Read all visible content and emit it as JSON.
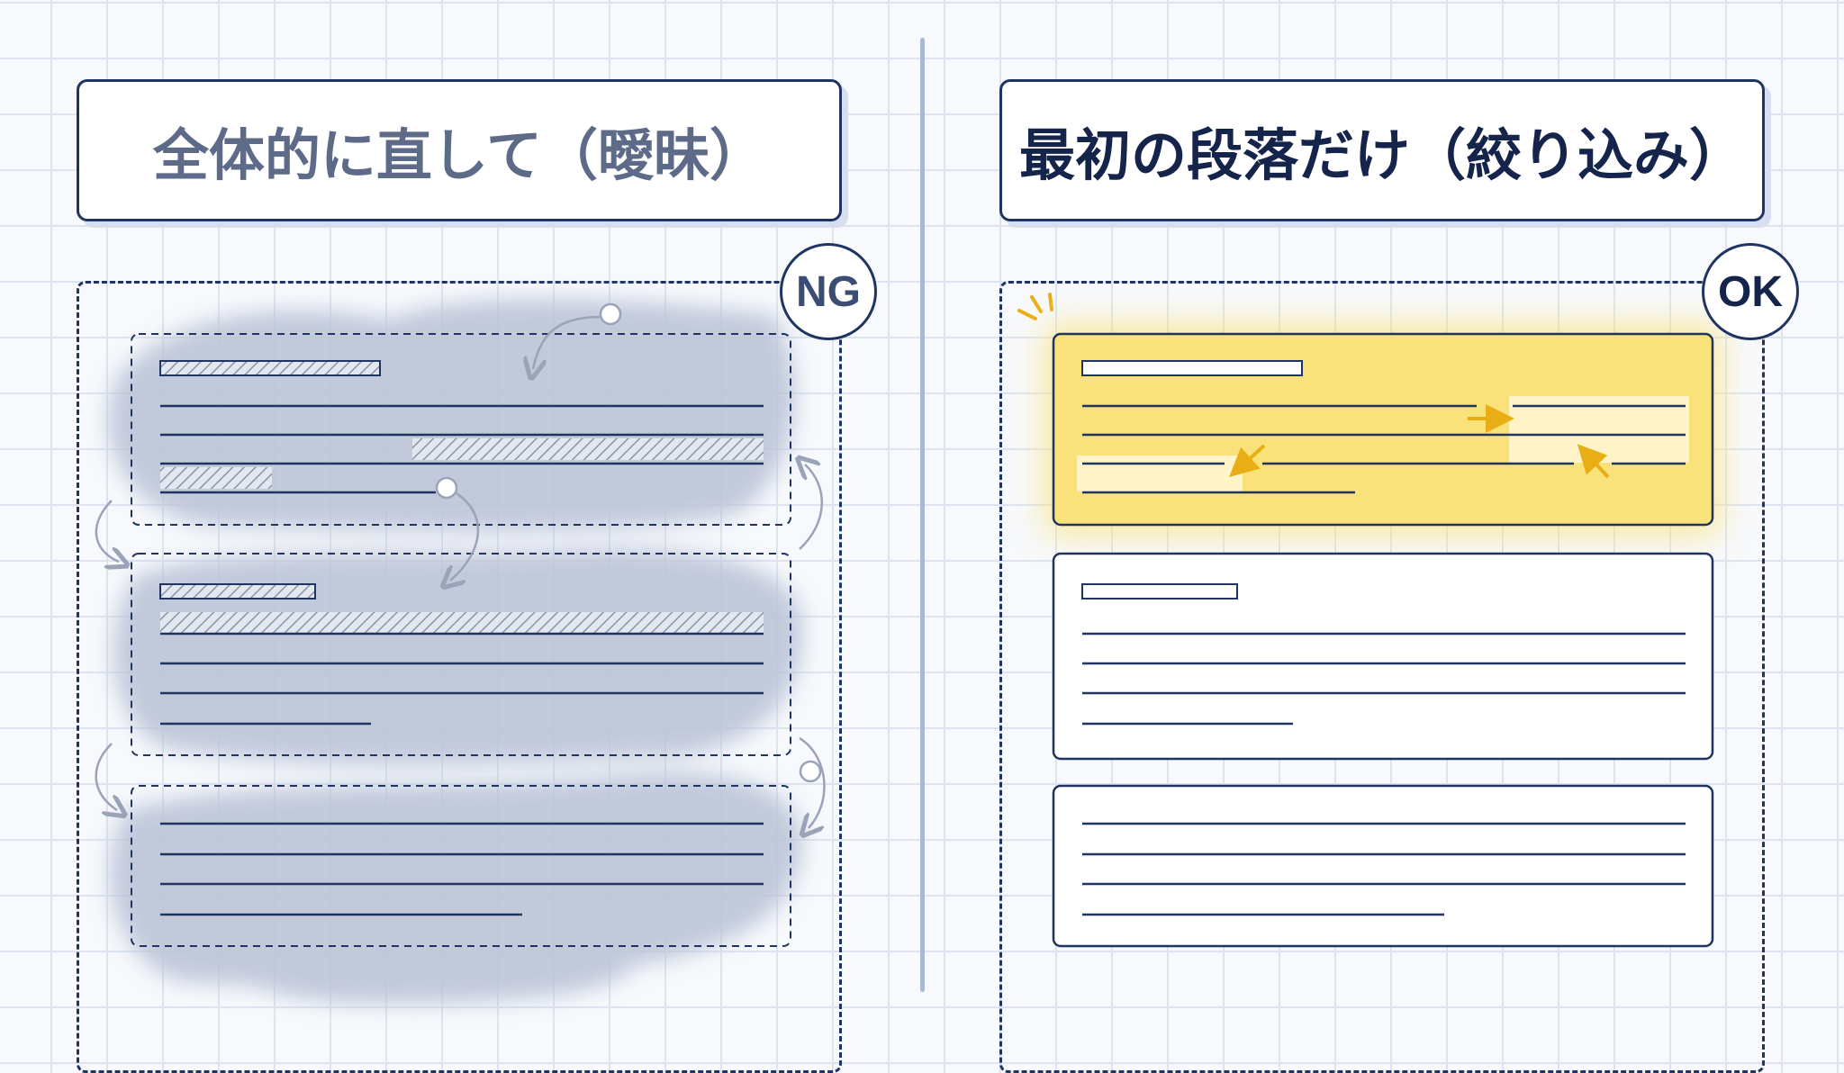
{
  "left": {
    "title": "全体的に直して（曖昧）",
    "badge": "NG"
  },
  "right": {
    "title": "最初の段落だけ（絞り込み）",
    "badge": "OK"
  },
  "colors": {
    "ink": "#1f3460",
    "smudge": "#bcc4d8",
    "highlight": "#f9e27a",
    "accent": "#e9ad16",
    "arrow_gray": "#9aa3b7"
  }
}
